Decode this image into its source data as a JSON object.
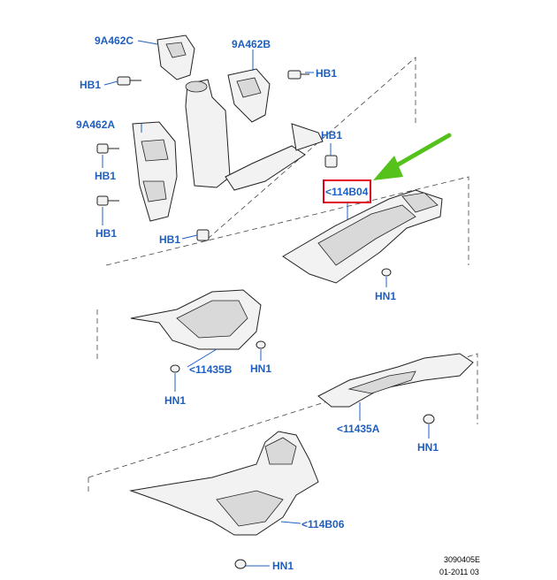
{
  "labels": {
    "c9A462C": "9A462C",
    "c9A462B": "9A462B",
    "c9A462A": "9A462A",
    "hb1_a": "HB1",
    "hb1_b": "HB1",
    "hb1_c": "HB1",
    "hb1_d": "HB1",
    "hb1_e": "HB1",
    "hb1_f": "HB1",
    "c114B04": "<114B04",
    "hn1_a": "HN1",
    "c11435B": "<11435B",
    "hn1_b": "HN1",
    "hn1_c": "HN1",
    "c11435A": "<11435A",
    "hn1_d": "HN1",
    "c114B06": "<114B06",
    "hn1_e": "HN1"
  },
  "reference": {
    "code": "3090405E",
    "date": "01-2011 03"
  },
  "colors": {
    "label": "#1f5fbf",
    "highlight_box": "#e0001b",
    "arrow": "#55c21b"
  }
}
